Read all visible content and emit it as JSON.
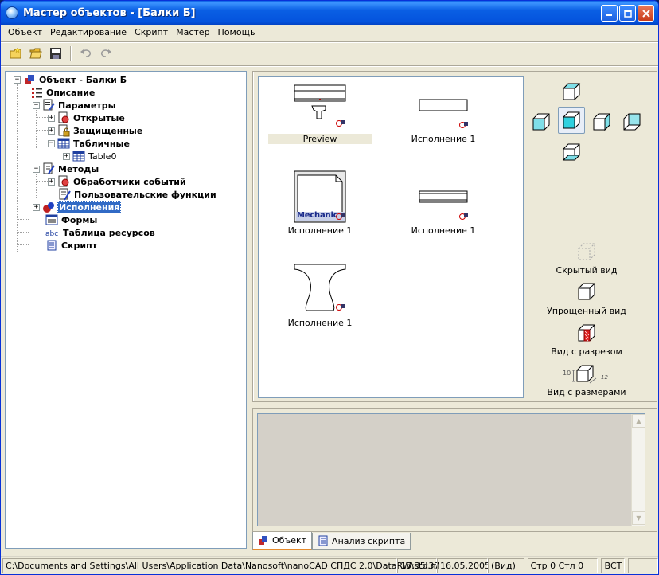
{
  "window": {
    "title": "Мастер объектов - [Балки Б]"
  },
  "menu": [
    "Объект",
    "Редактирование",
    "Скрипт",
    "Мастер",
    "Помощь"
  ],
  "tree": {
    "root": "Объект - Балки Б",
    "description": "Описание",
    "parameters": "Параметры",
    "open": "Открытые",
    "protected": "Защищенные",
    "tabular": "Табличные",
    "table0": "Table0",
    "methods": "Методы",
    "event_handlers": "Обработчики событий",
    "user_functions": "Пользовательские функции",
    "executions": "Исполнения",
    "forms": "Формы",
    "resource_table": "Таблица ресурсов",
    "script": "Скрипт"
  },
  "gallery": {
    "items": [
      "Preview",
      "Исполнение 1",
      "Исполнение 1",
      "Исполнение 1",
      "Исполнение 1"
    ],
    "mechanic_text": "Mechanic"
  },
  "views": {
    "hidden": "Скрытый вид",
    "simplified": "Упрощенный вид",
    "section": "Вид с разрезом",
    "dimensions": "Вид с размерами",
    "dim_value_left": "10",
    "dim_value_right": "12"
  },
  "tabs": {
    "object": "Объект",
    "script_analysis": "Анализ скрипта"
  },
  "status": {
    "path": "C:\\Documents and Settings\\All Users\\Application Data\\Nanosoft\\nanoCAD СПДС 2.0\\DataRW\\std.m",
    "time": "15:35:37",
    "date": "16.05.2005",
    "mode": "(Вид)",
    "position": "Стр 0 Стл 0",
    "insert": "ВСТ"
  },
  "colors": {
    "title_blue": "#0a5fe4",
    "selection": "#316ac5",
    "cube_cyan": "#7fdfe8"
  }
}
